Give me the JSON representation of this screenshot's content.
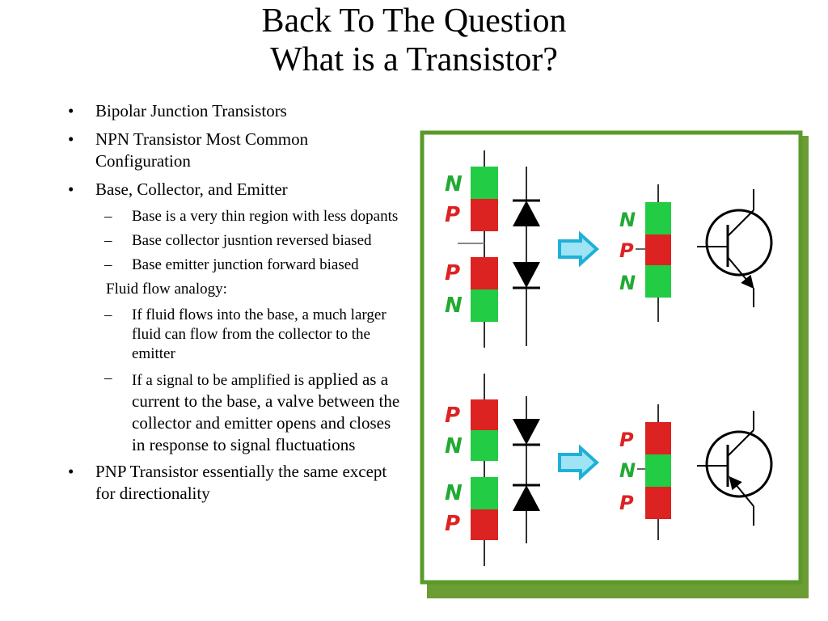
{
  "slide": {
    "title_line1": "Back To The Question",
    "title_line2": "What is a Transistor?",
    "bullets": [
      "Bipolar Junction Transistors",
      "NPN Transistor Most Common Configuration",
      "Base, Collector, and Emitter"
    ],
    "sub_bullets": [
      "Base is a very thin region with less dopants",
      "Base collector jusntion reversed biased",
      "Base emitter junction forward biased"
    ],
    "analogy_label": "Fluid flow analogy:",
    "analogy_items": [
      "If fluid flows into the base, a much larger fluid can flow from the collector to the emitter",
      "If a signal to be amplified is",
      "applied as a current to the base, a valve between the collector and emitter opens and closes in response to signal fluctuations"
    ],
    "last_bullet": "PNP Transistor essentially the same except for directionality",
    "bullet_symbol": "•",
    "dash_symbol": "–"
  },
  "diagram": {
    "npn": {
      "left_labels": [
        "N",
        "P",
        "P",
        "N"
      ],
      "right_labels": [
        "N",
        "P",
        "N"
      ]
    },
    "pnp": {
      "left_labels": [
        "P",
        "N",
        "N",
        "P"
      ],
      "right_labels": [
        "P",
        "N",
        "P"
      ]
    },
    "colors": {
      "green": "#22cc44",
      "red": "#dd2222",
      "frame": "#5a9a2a",
      "arrow": "#1fb0d8"
    }
  }
}
